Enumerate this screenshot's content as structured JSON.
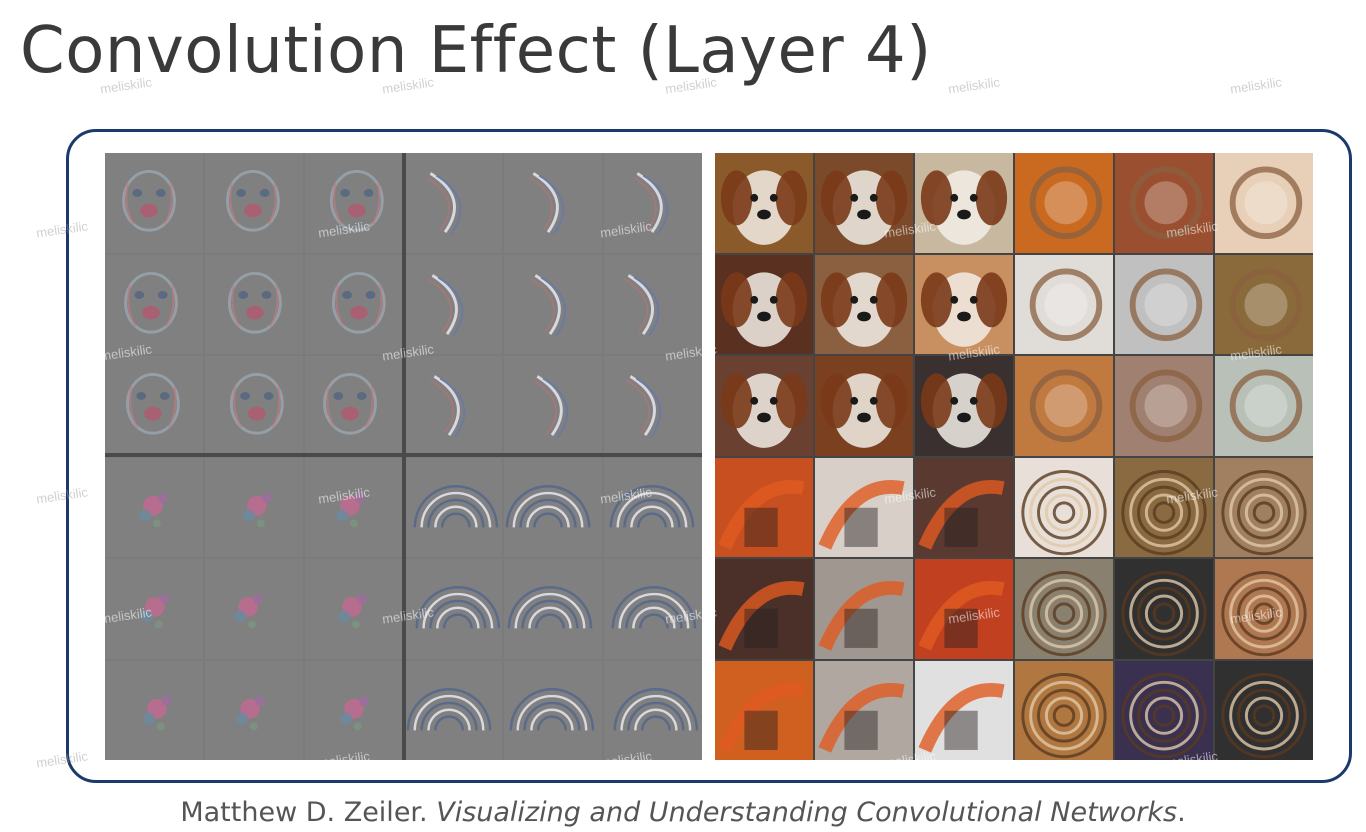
{
  "slide": {
    "title": "Convolution Effect (Layer 4)",
    "caption_author": "Matthew D. Zeiler. ",
    "caption_title": "Visualizing and Understanding Convolutional Networks",
    "caption_end": ".",
    "watermark": "meliskilic"
  },
  "colors": {
    "frame_border": "#1b3a6b",
    "title_text": "#3a3a3a",
    "caption_text": "#555555"
  },
  "figure": {
    "left_panel": {
      "description": "feature-visualizations",
      "rows": 6,
      "cols": 6,
      "patterns": [
        "dog-face",
        "dog-face",
        "dog-face",
        "curve",
        "curve",
        "curve",
        "dog-face",
        "dog-face",
        "dog-face",
        "curve",
        "curve",
        "curve",
        "dog-face",
        "dog-face",
        "dog-face",
        "curve",
        "curve",
        "curve",
        "blob",
        "blob",
        "blob",
        "rings",
        "rings",
        "rings",
        "blob",
        "blob",
        "blob",
        "rings",
        "rings",
        "rings",
        "blob",
        "blob",
        "blob",
        "rings",
        "rings",
        "rings"
      ]
    },
    "right_panel": {
      "description": "image-patches",
      "rows": 6,
      "cols": 6,
      "patch_colors": [
        "#8a5a2a",
        "#7a4a2a",
        "#c8b8a0",
        "#c96a20",
        "#9a5030",
        "#e8d0b8",
        "#5a3020",
        "#8a6040",
        "#c89060",
        "#e0ddd8",
        "#c0c0c0",
        "#8a6a3a",
        "#6a4030",
        "#7a4020",
        "#3a3030",
        "#c07a40",
        "#a08070",
        "#b8c0b8",
        "#c85020",
        "#d8d0c8",
        "#5a3a30",
        "#e8e0d8",
        "#8a6a40",
        "#a08060",
        "#4a3028",
        "#a09890",
        "#c04020",
        "#8a8070",
        "#303030",
        "#b07850",
        "#d06020",
        "#b0a8a0",
        "#e0e0e0",
        "#b07840",
        "#3a3050",
        "#303030"
      ]
    }
  }
}
